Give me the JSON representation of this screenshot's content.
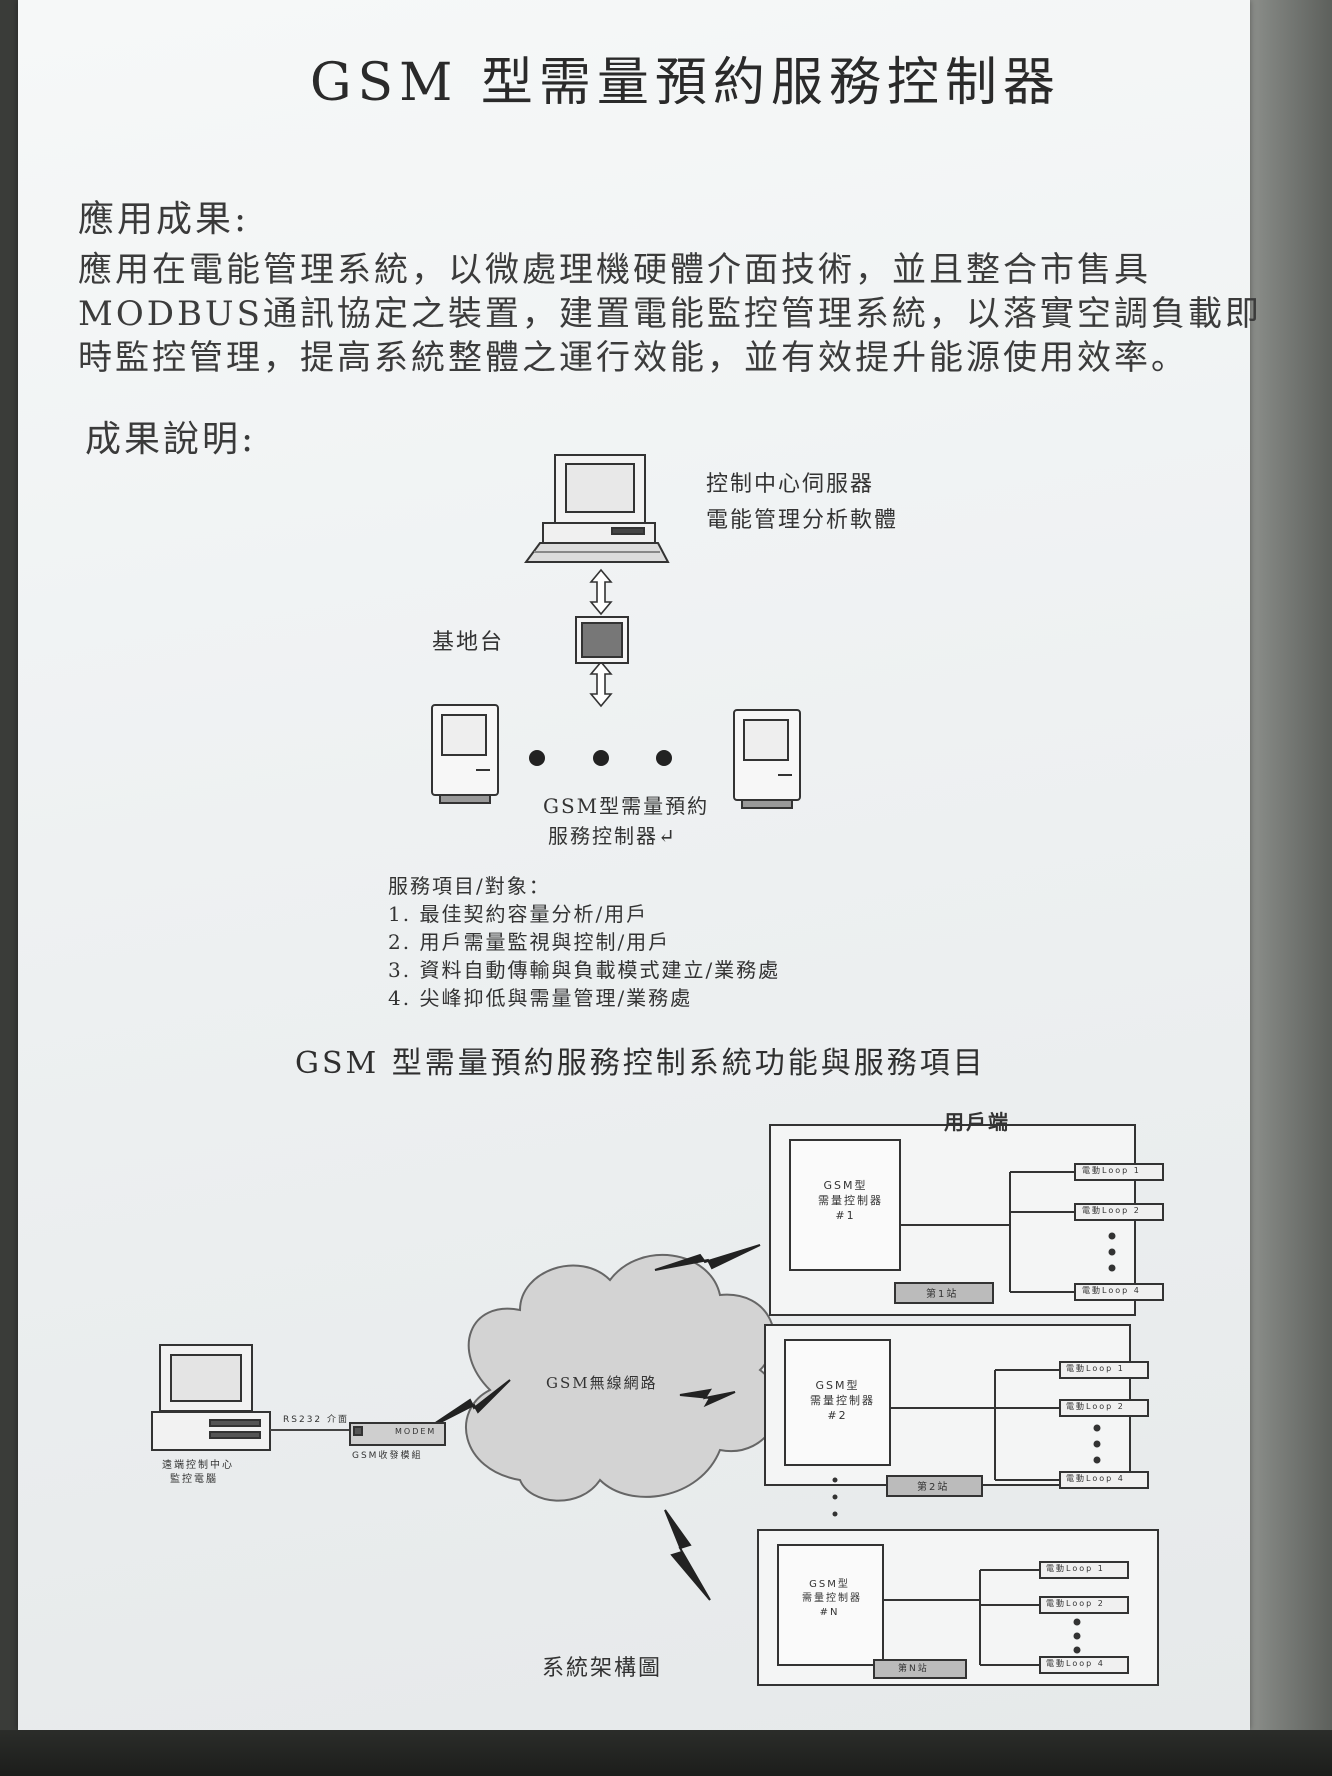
{
  "title": "GSM 型需量預約服務控制器",
  "section1": {
    "heading": "應用成果:",
    "lines": [
      "應用在電能管理系統，以微處理機硬體介面技術，並且整合市售具",
      "MODBUS通訊協定之裝置，建置電能監控管理系統，以落實空調負載即",
      "時監控管理，提高系統整體之運行效能，並有效提升能源使用效率。"
    ]
  },
  "section2": {
    "heading": "成果說明:"
  },
  "diagram1": {
    "server_label_1": "控制中心伺服器",
    "server_label_2": "電能管理分析軟體",
    "base_station_label": "基地台",
    "controller_label_1": "GSM型需量預約",
    "controller_label_2": "服務控制器↵"
  },
  "services": {
    "heading": "服務項目/對象：",
    "items": [
      "1. 最佳契約容量分析/用戶",
      "2. 用戶需量監視與控制/用戶",
      "3. 資料自動傳輸與負載模式建立/業務處",
      "4. 尖峰抑低與需量管理/業務處"
    ]
  },
  "diagram2": {
    "title": "GSM 型需量預約服務控制系統功能與服務項目",
    "client_side_label": "用戶端",
    "network_label": "GSM無線網路",
    "caption": "系統架構圖",
    "stations": [
      {
        "controller": [
          "GSM型",
          "需量控制器",
          "#1"
        ],
        "loops": [
          "電動Loop 1",
          "電動Loop 2",
          "電動Loop 4"
        ],
        "tag": "第1站"
      },
      {
        "controller": [
          "GSM型",
          "需量控制器",
          "#2"
        ],
        "loops": [
          "電動Loop 1",
          "電動Loop 2",
          "電動Loop 4"
        ],
        "tag": "第2站"
      },
      {
        "controller": [
          "GSM型",
          "需量控制器",
          "#N"
        ],
        "loops": [
          "電動Loop 1",
          "電動Loop 2",
          "電動Loop 4"
        ],
        "tag": "第N站"
      }
    ],
    "center_label_1": "遠端控制中心",
    "center_label_2": "監控電腦",
    "link_label": "RS232 介面",
    "modem_label": "GSM收發模組",
    "modem_text": "MODEM"
  }
}
